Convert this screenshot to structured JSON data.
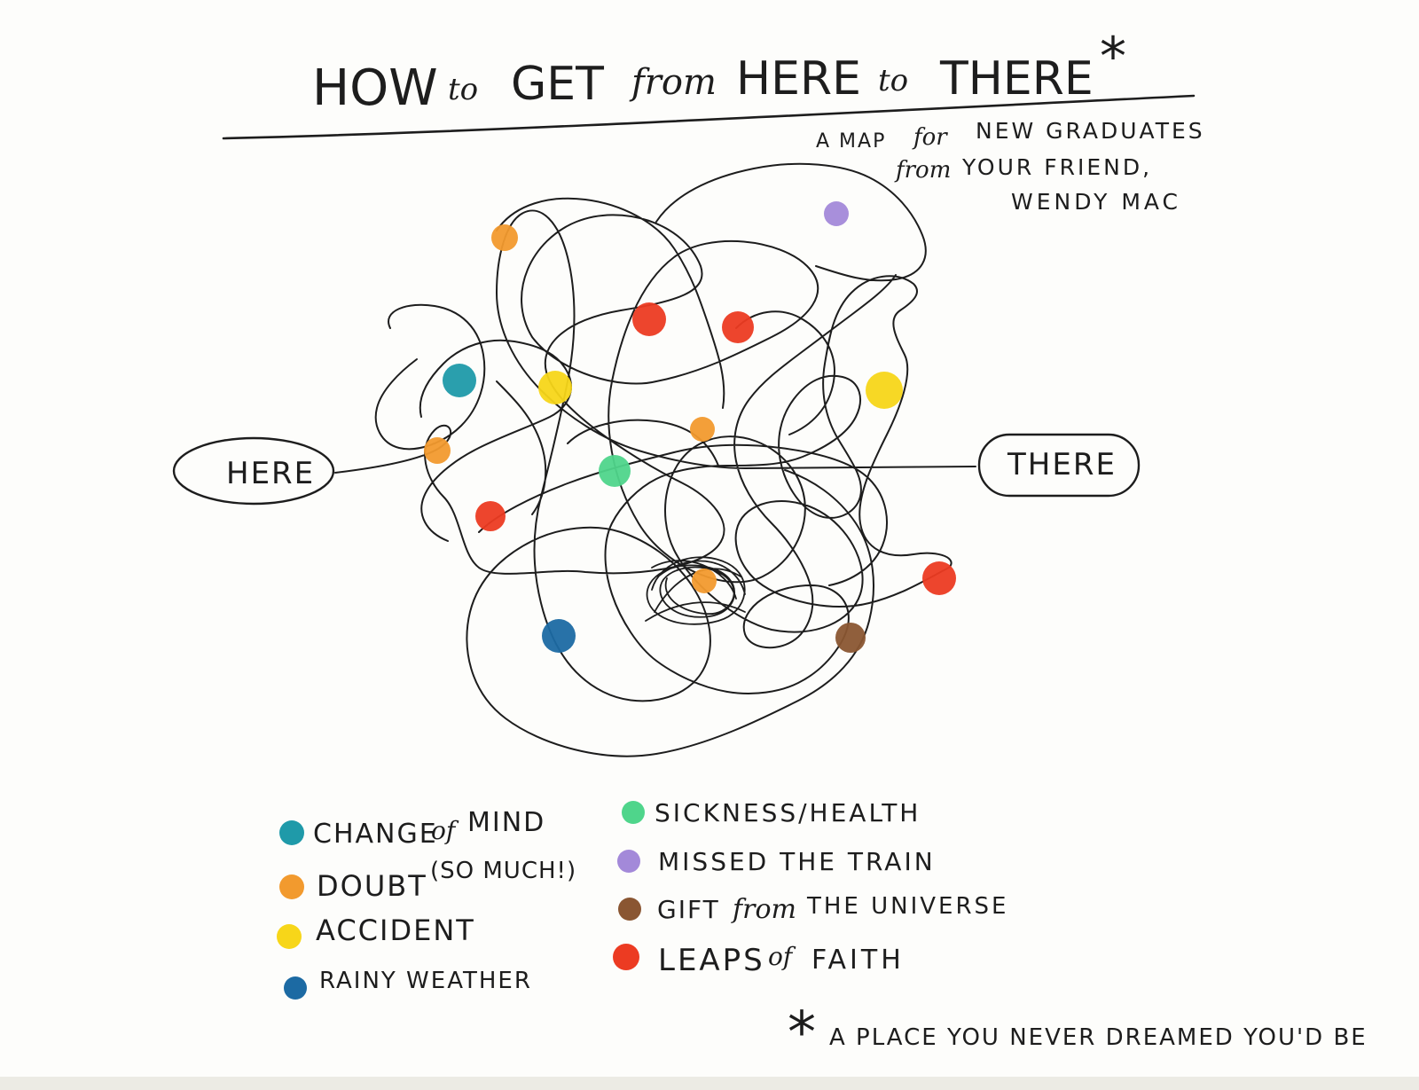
{
  "title": {
    "w1": "HOW",
    "w2": "to",
    "w3": "GET",
    "w4": "from",
    "w5": "HERE",
    "w6": "to",
    "w7": "THERE",
    "star": "*"
  },
  "subtitle": {
    "line1_a": "A MAP",
    "line1_b": "for",
    "line1_c": "NEW GRADUATES",
    "line2_a": "from",
    "line2_b": "YOUR FRIEND,",
    "line3": "WENDY MAC"
  },
  "nodes": {
    "start": "HERE",
    "end": "THERE"
  },
  "colors": {
    "ink": "#1d1d1d",
    "change_of_mind": "#1f9aa9",
    "doubt": "#f29a2e",
    "accident": "#f7d619",
    "rainy_weather": "#1c6aa3",
    "sickness_health": "#4fd58b",
    "missed_the_train": "#a389d9",
    "gift_from_the_universe": "#8a5632",
    "leaps_of_faith": "#ec3b22"
  },
  "legend": {
    "left": [
      {
        "key": "change_of_mind",
        "a": "CHANGE",
        "b": "of",
        "c": "MIND"
      },
      {
        "key": "doubt",
        "a": "DOUBT",
        "b": "(SO MUCH!)",
        "c": ""
      },
      {
        "key": "accident",
        "a": "ACCIDENT",
        "b": "",
        "c": ""
      },
      {
        "key": "rainy_weather",
        "a": "RAINY WEATHER",
        "b": "",
        "c": ""
      }
    ],
    "right": [
      {
        "key": "sickness_health",
        "a": "SICKNESS/HEALTH",
        "b": "",
        "c": ""
      },
      {
        "key": "missed_the_train",
        "a": "MISSED THE TRAIN",
        "b": "",
        "c": ""
      },
      {
        "key": "gift_from_the_universe",
        "a": "GIFT",
        "b": "from",
        "c": "THE UNIVERSE"
      },
      {
        "key": "leaps_of_faith",
        "a": "LEAPS",
        "b": "of",
        "c": "FAITH"
      }
    ]
  },
  "footnote": {
    "star": "*",
    "text": "A PLACE YOU NEVER DREAMED YOU'D BE"
  }
}
